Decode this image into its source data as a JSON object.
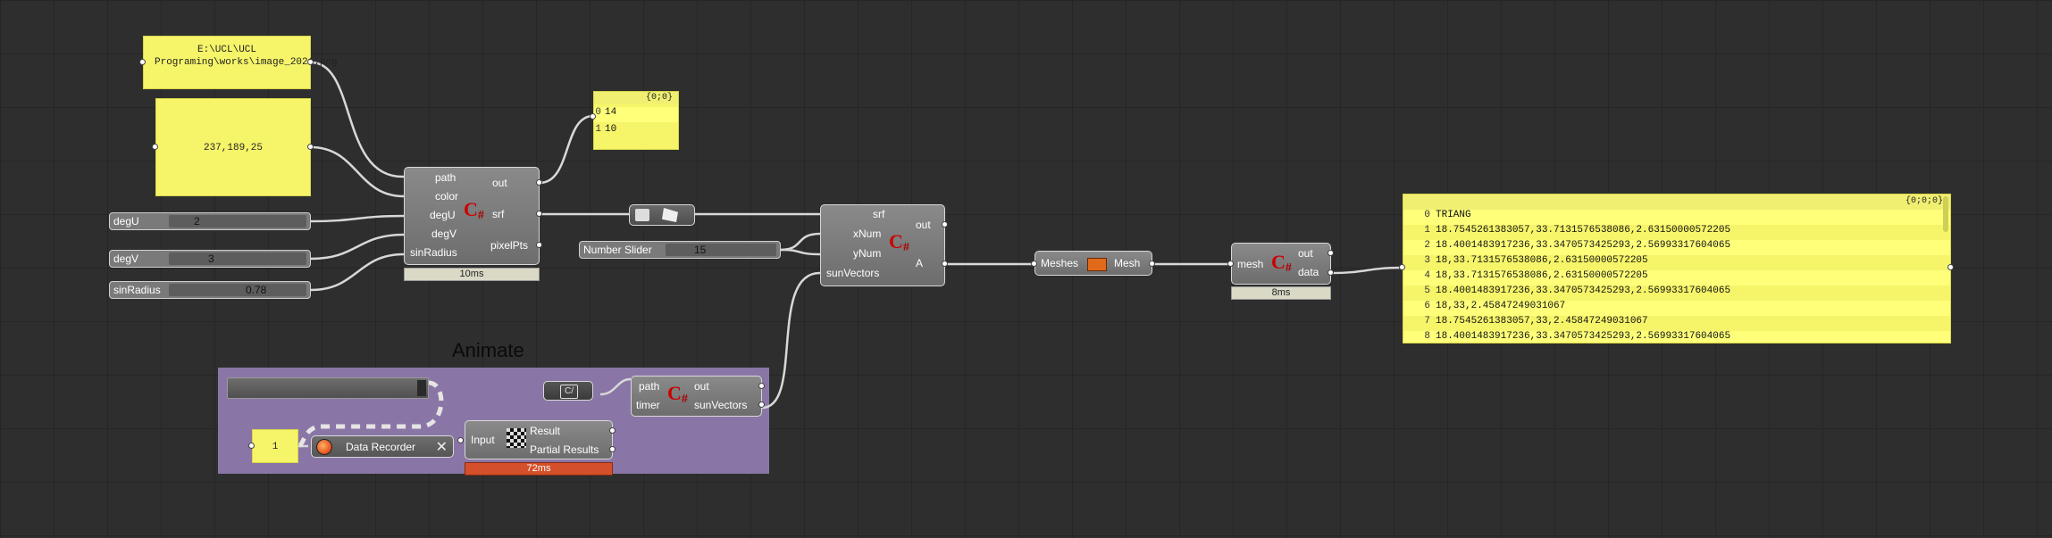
{
  "path_panel": {
    "text": "E:\\UCL\\UCL Programing\\works\\image_2021.png"
  },
  "color_panel": {
    "text": "237,189,25"
  },
  "sliders": [
    {
      "label": "degU",
      "value": "2"
    },
    {
      "label": "degV",
      "value": "3"
    },
    {
      "label": "sinRadius",
      "value": "0.78"
    }
  ],
  "comp1": {
    "inputs": [
      "path",
      "color",
      "degU",
      "degV",
      "sinRadius"
    ],
    "outputs": [
      "out",
      "srf",
      "pixelPts"
    ],
    "timing": "10ms"
  },
  "list_panel": {
    "header": "{0;0}",
    "rows": [
      {
        "i": "0",
        "v": "14"
      },
      {
        "i": "1",
        "v": "10"
      }
    ]
  },
  "number_slider": {
    "label": "Number Slider",
    "value": "15"
  },
  "comp2": {
    "inputs": [
      "srf",
      "xNum",
      "yNum",
      "sunVectors"
    ],
    "outputs": [
      "out",
      "A"
    ]
  },
  "mesh_param": {
    "left": "Meshes",
    "right": "Mesh"
  },
  "comp3": {
    "inputs": [
      "mesh"
    ],
    "outputs": [
      "out",
      "data"
    ],
    "timing": "8ms"
  },
  "data_panel": {
    "header": "{0;0;0}",
    "rows": [
      {
        "i": "0",
        "v": "TRIANG"
      },
      {
        "i": "1",
        "v": "18.7545261383057,33.7131576538086,2.63150000572205"
      },
      {
        "i": "2",
        "v": "18.4001483917236,33.3470573425293,2.56993317604065"
      },
      {
        "i": "3",
        "v": "18,33.7131576538086,2.63150000572205"
      },
      {
        "i": "4",
        "v": "18,33.7131576538086,2.63150000572205"
      },
      {
        "i": "5",
        "v": "18.4001483917236,33.3470573425293,2.56993317604065"
      },
      {
        "i": "6",
        "v": "18,33,2.45847249031067"
      },
      {
        "i": "7",
        "v": "18.7545261383057,33,2.45847249031067"
      },
      {
        "i": "8",
        "v": "18.4001483917236,33.3470573425293,2.56993317604065"
      }
    ]
  },
  "group": {
    "title": "Animate"
  },
  "counter": {
    "value": "1"
  },
  "recorder": {
    "label": "Data Recorder"
  },
  "comp4": {
    "inputs": [
      "path",
      "timer"
    ],
    "outputs": [
      "out",
      "sunVectors"
    ]
  },
  "recursion": {
    "input": "Input",
    "outputs": [
      "Result",
      "Partial Results"
    ],
    "timing": "72ms"
  },
  "colors": {
    "panel": "#f6f56a",
    "group": "#8a76a6",
    "component": "#7c7c7c",
    "error_timer": "#d4502a"
  }
}
